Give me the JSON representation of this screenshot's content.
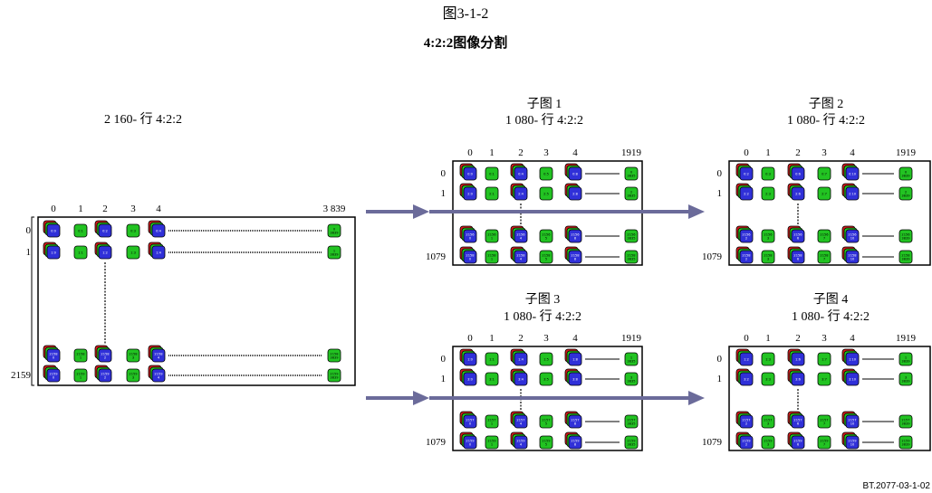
{
  "figure": {
    "number": "图3-1-2",
    "title": "4:2:2图像分割",
    "id": "BT.2077-03-1-02"
  },
  "colors": {
    "blue": "#3030d8",
    "green": "#22c322",
    "red": "#d01c1c",
    "arrow": "#6b6b9a",
    "frame": "#000000"
  },
  "source": {
    "label": "2 160- 行 4:2:2",
    "col_labels": [
      "0",
      "1",
      "2",
      "3",
      "4",
      "3 839"
    ],
    "row_labels": [
      "0",
      "1",
      "2159"
    ],
    "cells": [
      [
        {
          "t": "0:0",
          "c": "blue"
        },
        {
          "t": "0:1",
          "c": "green"
        },
        {
          "t": "0:2",
          "c": "blue"
        },
        {
          "t": "0:3",
          "c": "green"
        },
        {
          "t": "0:4",
          "c": "blue"
        },
        {
          "t": "0\n3839",
          "c": "green"
        }
      ],
      [
        {
          "t": "1:0",
          "c": "blue"
        },
        {
          "t": "1:1",
          "c": "green"
        },
        {
          "t": "1:2",
          "c": "blue"
        },
        {
          "t": "1:3",
          "c": "green"
        },
        {
          "t": "1:4",
          "c": "blue"
        },
        {
          "t": "1\n3839",
          "c": "green"
        }
      ],
      [
        {
          "t": "2158\n0",
          "c": "blue"
        },
        {
          "t": "2158\n1",
          "c": "green"
        },
        {
          "t": "2158\n2",
          "c": "blue"
        },
        {
          "t": "2158\n3",
          "c": "green"
        },
        {
          "t": "2158\n4",
          "c": "blue"
        },
        {
          "t": "2158\n3839",
          "c": "green"
        }
      ],
      [
        {
          "t": "2159\n0",
          "c": "blue"
        },
        {
          "t": "2159\n1",
          "c": "green"
        },
        {
          "t": "2159\n2",
          "c": "blue"
        },
        {
          "t": "2159\n3",
          "c": "green"
        },
        {
          "t": "2159\n4",
          "c": "blue"
        },
        {
          "t": "2159\n3839",
          "c": "green"
        }
      ]
    ]
  },
  "subimages": [
    {
      "name": "子图 1",
      "label": "1 080- 行 4:2:2",
      "col_labels": [
        "0",
        "1",
        "2",
        "3",
        "4",
        "1919"
      ],
      "row_labels": [
        "0",
        "1",
        "1079"
      ],
      "cells": [
        [
          {
            "t": "0:0",
            "c": "blue"
          },
          {
            "t": "0:1",
            "c": "green"
          },
          {
            "t": "0:4",
            "c": "blue"
          },
          {
            "t": "0:5",
            "c": "green"
          },
          {
            "t": "0:8",
            "c": "blue"
          },
          {
            "t": "0\n3835",
            "c": "green"
          }
        ],
        [
          {
            "t": "2:0",
            "c": "blue"
          },
          {
            "t": "2:1",
            "c": "green"
          },
          {
            "t": "2:4",
            "c": "blue"
          },
          {
            "t": "2:5",
            "c": "green"
          },
          {
            "t": "2:8",
            "c": "blue"
          },
          {
            "t": "2\n3835",
            "c": "green"
          }
        ],
        [
          {
            "t": "2156\n0",
            "c": "blue"
          },
          {
            "t": "2156\n1",
            "c": "green"
          },
          {
            "t": "2156\n4",
            "c": "blue"
          },
          {
            "t": "2156\n5",
            "c": "green"
          },
          {
            "t": "2156\n8",
            "c": "blue"
          },
          {
            "t": "2156\n3835",
            "c": "green"
          }
        ],
        [
          {
            "t": "2158\n0",
            "c": "blue"
          },
          {
            "t": "2158\n1",
            "c": "green"
          },
          {
            "t": "2158\n4",
            "c": "blue"
          },
          {
            "t": "2158\n5",
            "c": "green"
          },
          {
            "t": "2158\n8",
            "c": "blue"
          },
          {
            "t": "2158\n3835",
            "c": "green"
          }
        ]
      ]
    },
    {
      "name": "子图 2",
      "label": "1 080- 行 4:2:2",
      "col_labels": [
        "0",
        "1",
        "2",
        "3",
        "4",
        "1919"
      ],
      "row_labels": [
        "0",
        "1",
        "1079"
      ],
      "cells": [
        [
          {
            "t": "0:2",
            "c": "blue"
          },
          {
            "t": "0:3",
            "c": "green"
          },
          {
            "t": "0:6",
            "c": "blue"
          },
          {
            "t": "0:7",
            "c": "green"
          },
          {
            "t": "0:10",
            "c": "blue"
          },
          {
            "t": "0\n3839",
            "c": "green"
          }
        ],
        [
          {
            "t": "2:2",
            "c": "blue"
          },
          {
            "t": "2:3",
            "c": "green"
          },
          {
            "t": "2:6",
            "c": "blue"
          },
          {
            "t": "2:7",
            "c": "green"
          },
          {
            "t": "2:10",
            "c": "blue"
          },
          {
            "t": "2\n3839",
            "c": "green"
          }
        ],
        [
          {
            "t": "2156\n2",
            "c": "blue"
          },
          {
            "t": "2156\n3",
            "c": "green"
          },
          {
            "t": "2156\n6",
            "c": "blue"
          },
          {
            "t": "2156\n7",
            "c": "green"
          },
          {
            "t": "2156\n10",
            "c": "blue"
          },
          {
            "t": "2156\n3839",
            "c": "green"
          }
        ],
        [
          {
            "t": "2158\n2",
            "c": "blue"
          },
          {
            "t": "2158\n3",
            "c": "green"
          },
          {
            "t": "2158\n6",
            "c": "blue"
          },
          {
            "t": "2158\n7",
            "c": "green"
          },
          {
            "t": "2158\n10",
            "c": "blue"
          },
          {
            "t": "2158\n3839",
            "c": "green"
          }
        ]
      ]
    },
    {
      "name": "子图 3",
      "label": "1 080- 行 4:2:2",
      "col_labels": [
        "0",
        "1",
        "2",
        "3",
        "4",
        "1919"
      ],
      "row_labels": [
        "0",
        "1",
        "1079"
      ],
      "cells": [
        [
          {
            "t": "1:0",
            "c": "blue"
          },
          {
            "t": "1:1",
            "c": "green"
          },
          {
            "t": "1:4",
            "c": "blue"
          },
          {
            "t": "1:5",
            "c": "green"
          },
          {
            "t": "1:8",
            "c": "blue"
          },
          {
            "t": "1\n3835",
            "c": "green"
          }
        ],
        [
          {
            "t": "3:0",
            "c": "blue"
          },
          {
            "t": "3:1",
            "c": "green"
          },
          {
            "t": "3:4",
            "c": "blue"
          },
          {
            "t": "3:5",
            "c": "green"
          },
          {
            "t": "3:8",
            "c": "blue"
          },
          {
            "t": "3\n3835",
            "c": "green"
          }
        ],
        [
          {
            "t": "2157\n0",
            "c": "blue"
          },
          {
            "t": "2157\n1",
            "c": "green"
          },
          {
            "t": "2157\n4",
            "c": "blue"
          },
          {
            "t": "2157\n5",
            "c": "green"
          },
          {
            "t": "2157\n8",
            "c": "blue"
          },
          {
            "t": "2157\n3835",
            "c": "green"
          }
        ],
        [
          {
            "t": "2159\n0",
            "c": "blue"
          },
          {
            "t": "2159\n1",
            "c": "green"
          },
          {
            "t": "2159\n4",
            "c": "blue"
          },
          {
            "t": "2159\n5",
            "c": "green"
          },
          {
            "t": "2159\n8",
            "c": "blue"
          },
          {
            "t": "2159\n3835",
            "c": "green"
          }
        ]
      ]
    },
    {
      "name": "子图 4",
      "label": "1 080- 行 4:2:2",
      "col_labels": [
        "0",
        "1",
        "2",
        "3",
        "4",
        "1919"
      ],
      "row_labels": [
        "0",
        "1",
        "1079"
      ],
      "cells": [
        [
          {
            "t": "1:2",
            "c": "blue"
          },
          {
            "t": "1:3",
            "c": "green"
          },
          {
            "t": "1:6",
            "c": "blue"
          },
          {
            "t": "1:7",
            "c": "green"
          },
          {
            "t": "1:10",
            "c": "blue"
          },
          {
            "t": "1\n3839",
            "c": "green"
          }
        ],
        [
          {
            "t": "3:2",
            "c": "blue"
          },
          {
            "t": "3:3",
            "c": "green"
          },
          {
            "t": "3:6",
            "c": "blue"
          },
          {
            "t": "3:7",
            "c": "green"
          },
          {
            "t": "3:10",
            "c": "blue"
          },
          {
            "t": "3\n3839",
            "c": "green"
          }
        ],
        [
          {
            "t": "2157\n2",
            "c": "blue"
          },
          {
            "t": "2157\n3",
            "c": "green"
          },
          {
            "t": "2157\n6",
            "c": "blue"
          },
          {
            "t": "2157\n7",
            "c": "green"
          },
          {
            "t": "2157\n10",
            "c": "blue"
          },
          {
            "t": "2157\n3839",
            "c": "green"
          }
        ],
        [
          {
            "t": "2159\n2",
            "c": "blue"
          },
          {
            "t": "2159\n3",
            "c": "green"
          },
          {
            "t": "2159\n6",
            "c": "blue"
          },
          {
            "t": "2159\n7",
            "c": "green"
          },
          {
            "t": "2159\n10",
            "c": "blue"
          },
          {
            "t": "2159\n3839",
            "c": "green"
          }
        ]
      ]
    }
  ]
}
